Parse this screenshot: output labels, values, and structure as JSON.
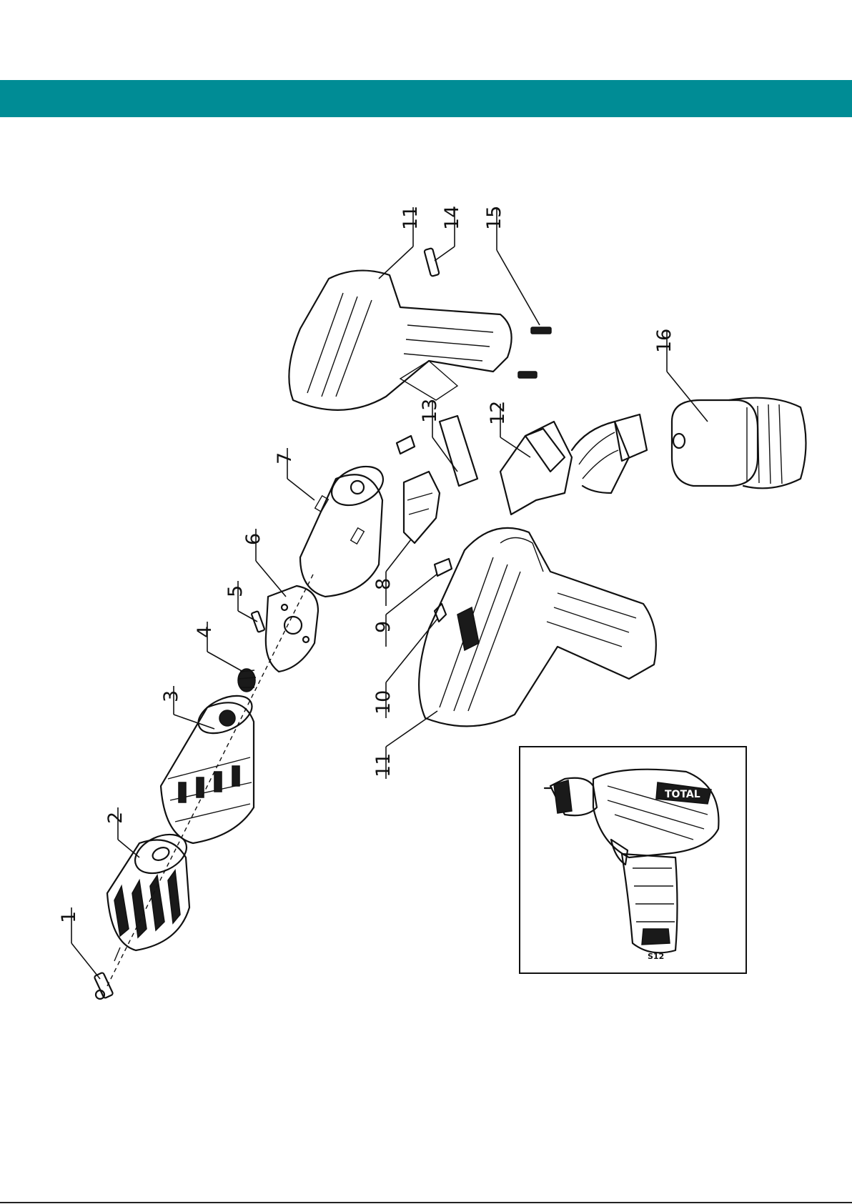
{
  "colors": {
    "header_band": "#008C95",
    "line_art": "#111111"
  },
  "parts": [
    {
      "id": "p1",
      "label": "1"
    },
    {
      "id": "p2",
      "label": "2"
    },
    {
      "id": "p3",
      "label": "3"
    },
    {
      "id": "p4",
      "label": "4"
    },
    {
      "id": "p5",
      "label": "5"
    },
    {
      "id": "p6",
      "label": "6"
    },
    {
      "id": "p7",
      "label": "7"
    },
    {
      "id": "p8",
      "label": "8"
    },
    {
      "id": "p9",
      "label": "9"
    },
    {
      "id": "p10",
      "label": "10"
    },
    {
      "id": "p11a",
      "label": "11"
    },
    {
      "id": "p11b",
      "label": "11"
    },
    {
      "id": "p12",
      "label": "12"
    },
    {
      "id": "p13",
      "label": "13"
    },
    {
      "id": "p14",
      "label": "14"
    },
    {
      "id": "p15",
      "label": "15"
    },
    {
      "id": "p16",
      "label": "16"
    }
  ],
  "inset": {
    "brand_text": "TOTAL",
    "battery_text": "S12"
  }
}
